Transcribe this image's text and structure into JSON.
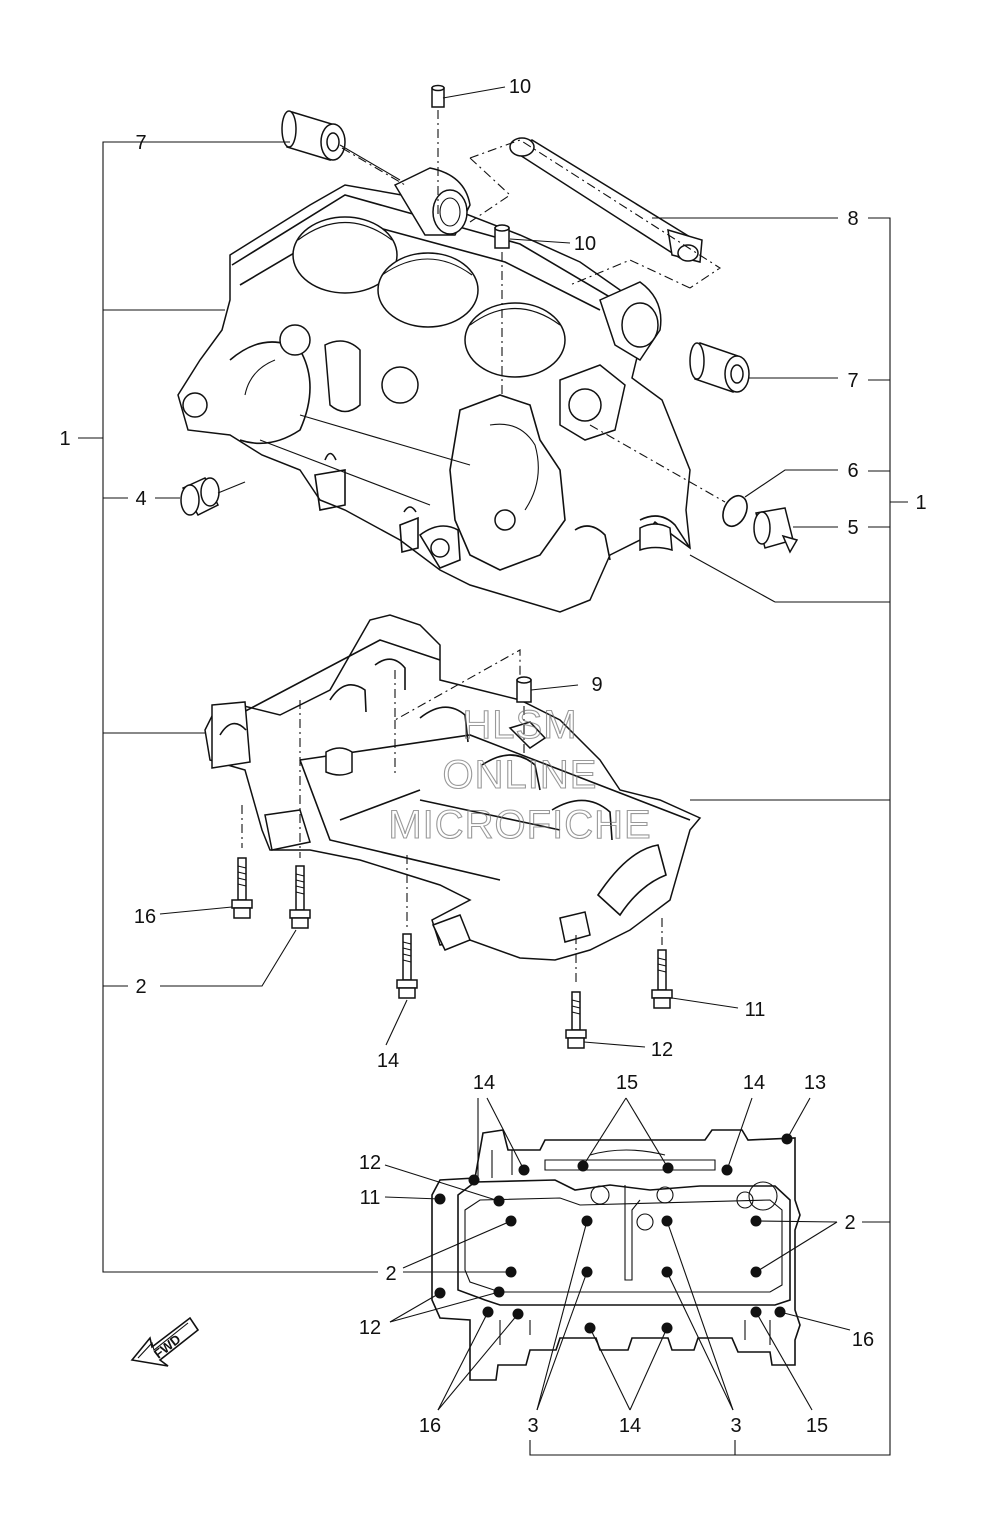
{
  "watermark": {
    "line1": "HLSM",
    "line2": "ONLINE",
    "line3": "MICROFICHE"
  },
  "fwd_arrow": {
    "text": "FWD"
  },
  "callouts": {
    "c10a": "10",
    "c10b": "10",
    "c7a": "7",
    "c7b": "7",
    "c8": "8",
    "c1_left": "1",
    "c1_right": "1",
    "c4": "4",
    "c6": "6",
    "c5": "5",
    "c9": "9",
    "c16a": "16",
    "c2a": "2",
    "c14a": "14",
    "c11a": "11",
    "c12a": "12",
    "c14b": "14",
    "c15a": "15",
    "c14c": "14",
    "c13": "13",
    "c12b": "12",
    "c11b": "11",
    "c2b": "2",
    "c2c": "2",
    "c12c": "12",
    "c16b": "16",
    "c16c": "16",
    "c3a": "3",
    "c14d": "14",
    "c3b": "3",
    "c15b": "15"
  }
}
